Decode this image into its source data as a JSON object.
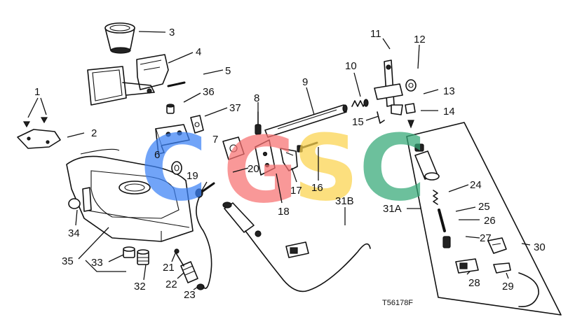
{
  "figure_code": "T56178F",
  "watermark": {
    "letters": [
      "C",
      "G",
      "S",
      "C"
    ],
    "colors": [
      "#3b82f6",
      "#f87171",
      "#fcd34d",
      "#34a877"
    ]
  },
  "callouts": [
    {
      "id": "c1",
      "text": "1"
    },
    {
      "id": "c2",
      "text": "2"
    },
    {
      "id": "c3",
      "text": "3"
    },
    {
      "id": "c4",
      "text": "4"
    },
    {
      "id": "c5",
      "text": "5"
    },
    {
      "id": "c6",
      "text": "6"
    },
    {
      "id": "c7",
      "text": "7"
    },
    {
      "id": "c8",
      "text": "8"
    },
    {
      "id": "c9",
      "text": "9"
    },
    {
      "id": "c10",
      "text": "10"
    },
    {
      "id": "c11",
      "text": "11"
    },
    {
      "id": "c12",
      "text": "12"
    },
    {
      "id": "c13",
      "text": "13"
    },
    {
      "id": "c14",
      "text": "14"
    },
    {
      "id": "c15",
      "text": "15"
    },
    {
      "id": "c16",
      "text": "16"
    },
    {
      "id": "c17",
      "text": "17"
    },
    {
      "id": "c18",
      "text": "18"
    },
    {
      "id": "c19",
      "text": "19"
    },
    {
      "id": "c20",
      "text": "20"
    },
    {
      "id": "c21",
      "text": "21"
    },
    {
      "id": "c22",
      "text": "22"
    },
    {
      "id": "c23",
      "text": "23"
    },
    {
      "id": "c24",
      "text": "24"
    },
    {
      "id": "c25",
      "text": "25"
    },
    {
      "id": "c26",
      "text": "26"
    },
    {
      "id": "c27",
      "text": "27"
    },
    {
      "id": "c28",
      "text": "28"
    },
    {
      "id": "c29",
      "text": "29"
    },
    {
      "id": "c30",
      "text": "30"
    },
    {
      "id": "c31a",
      "text": "31A"
    },
    {
      "id": "c31b",
      "text": "31B"
    },
    {
      "id": "c32",
      "text": "32"
    },
    {
      "id": "c33",
      "text": "33"
    },
    {
      "id": "c34",
      "text": "34"
    },
    {
      "id": "c35",
      "text": "35"
    },
    {
      "id": "c36",
      "text": "36"
    },
    {
      "id": "c37",
      "text": "37"
    }
  ]
}
